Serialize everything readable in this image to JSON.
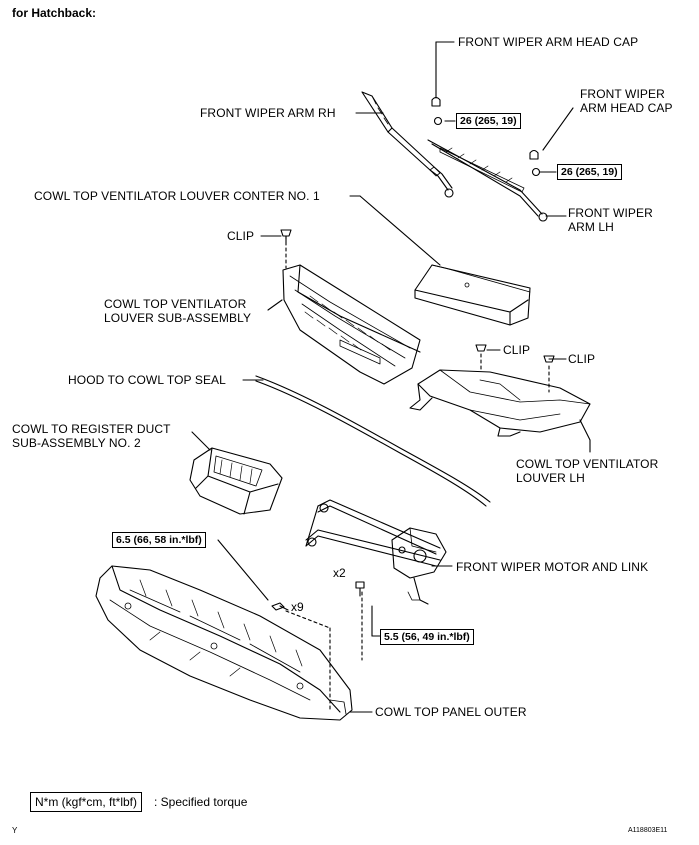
{
  "title": "for Hatchback:",
  "labels": {
    "head_cap_rh": "FRONT WIPER ARM HEAD CAP",
    "head_cap_lh_1": "FRONT WIPER",
    "head_cap_lh_2": "ARM HEAD CAP",
    "wiper_arm_rh": "FRONT WIPER ARM RH",
    "wiper_arm_lh_1": "FRONT WIPER",
    "wiper_arm_lh_2": "ARM LH",
    "louver_center": "COWL TOP VENTILATOR LOUVER CONTER NO. 1",
    "clip_1": "CLIP",
    "clip_2": "CLIP",
    "clip_3": "CLIP",
    "louver_sub_1": "COWL TOP VENTILATOR",
    "louver_sub_2": "LOUVER SUB-ASSEMBLY",
    "hood_seal": "HOOD TO COWL TOP SEAL",
    "duct_1": "COWL TO REGISTER DUCT",
    "duct_2": "SUB-ASSEMBLY NO. 2",
    "louver_lh_1": "COWL TOP VENTILATOR",
    "louver_lh_2": "LOUVER LH",
    "motor_link": "FRONT WIPER MOTOR AND LINK",
    "panel_outer": "COWL TOP PANEL OUTER"
  },
  "torques": {
    "arm_rh": "26 (265, 19)",
    "arm_lh": "26 (265, 19)",
    "panel_bolt": "6.5 (66, 58 in.*lbf)",
    "motor_bolt": "5.5 (56, 49 in.*lbf)"
  },
  "quantities": {
    "panel_bolt": "x9",
    "motor_bolt": "x2"
  },
  "legend": {
    "unit": "N*m (kgf*cm, ft*lbf)",
    "text": ": Specified torque"
  },
  "footer": {
    "left_mark": "Y",
    "figure_id": "A118803E11"
  }
}
